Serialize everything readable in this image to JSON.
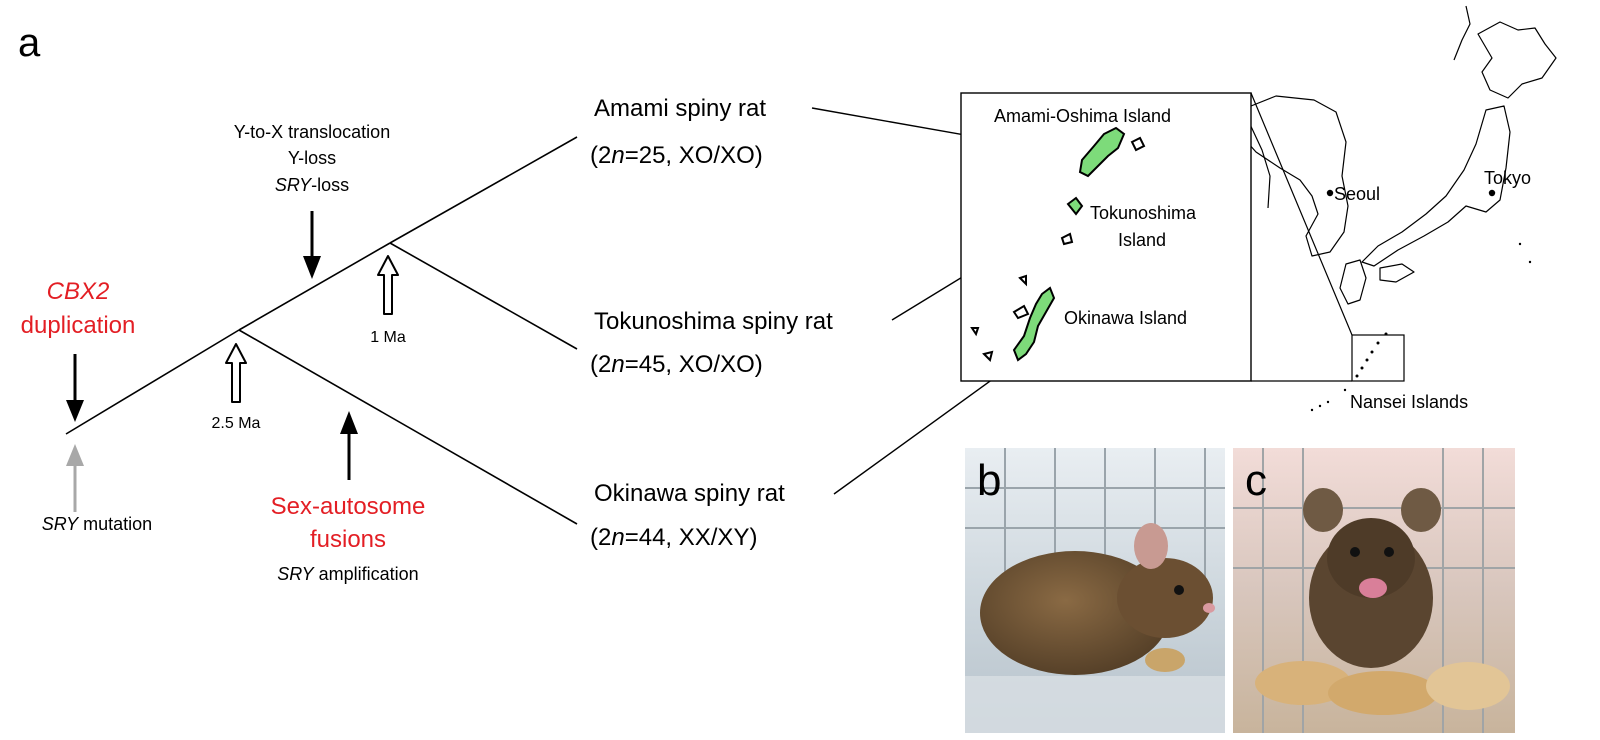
{
  "panel_labels": {
    "a": "a",
    "b": "b",
    "c": "c"
  },
  "events": {
    "cbx2": {
      "gene": "CBX2",
      "suffix": "duplication"
    },
    "sry_mutation": {
      "gene": "SRY",
      "suffix": " mutation"
    },
    "y_to_x": {
      "line1": "Y-to-X translocation",
      "line2": "Y-loss",
      "gene": "SRY",
      "suffix": "-loss"
    },
    "fusions": {
      "line1": "Sex-autosome",
      "line2": "fusions",
      "gene": "SRY",
      "suffix": " amplification"
    }
  },
  "dates": {
    "node1": "2.5 Ma",
    "node2": "1 Ma"
  },
  "species": [
    {
      "name": "Amami spiny rat",
      "k_pre": "(2",
      "k_n": "n",
      "k_post": "=25, XO/XO)"
    },
    {
      "name": "Tokunoshima spiny rat",
      "k_pre": "(2",
      "k_n": "n",
      "k_post": "=45, XO/XO)"
    },
    {
      "name": "Okinawa spiny rat",
      "k_pre": "(2",
      "k_n": "n",
      "k_post": "=44, XX/XY)"
    }
  ],
  "map": {
    "islands": {
      "amami": "Amami-Oshima Island",
      "tokunoshima_1": "Tokunoshima",
      "tokunoshima_2": "Island",
      "okinawa": "Okinawa Island"
    },
    "cities": {
      "seoul": "Seoul",
      "tokyo": "Tokyo"
    },
    "region": "Nansei Islands"
  },
  "colors": {
    "highlight": "#e31e24",
    "island_fill": "#7ddb7a",
    "arrow_gray": "#a8a8a8"
  }
}
